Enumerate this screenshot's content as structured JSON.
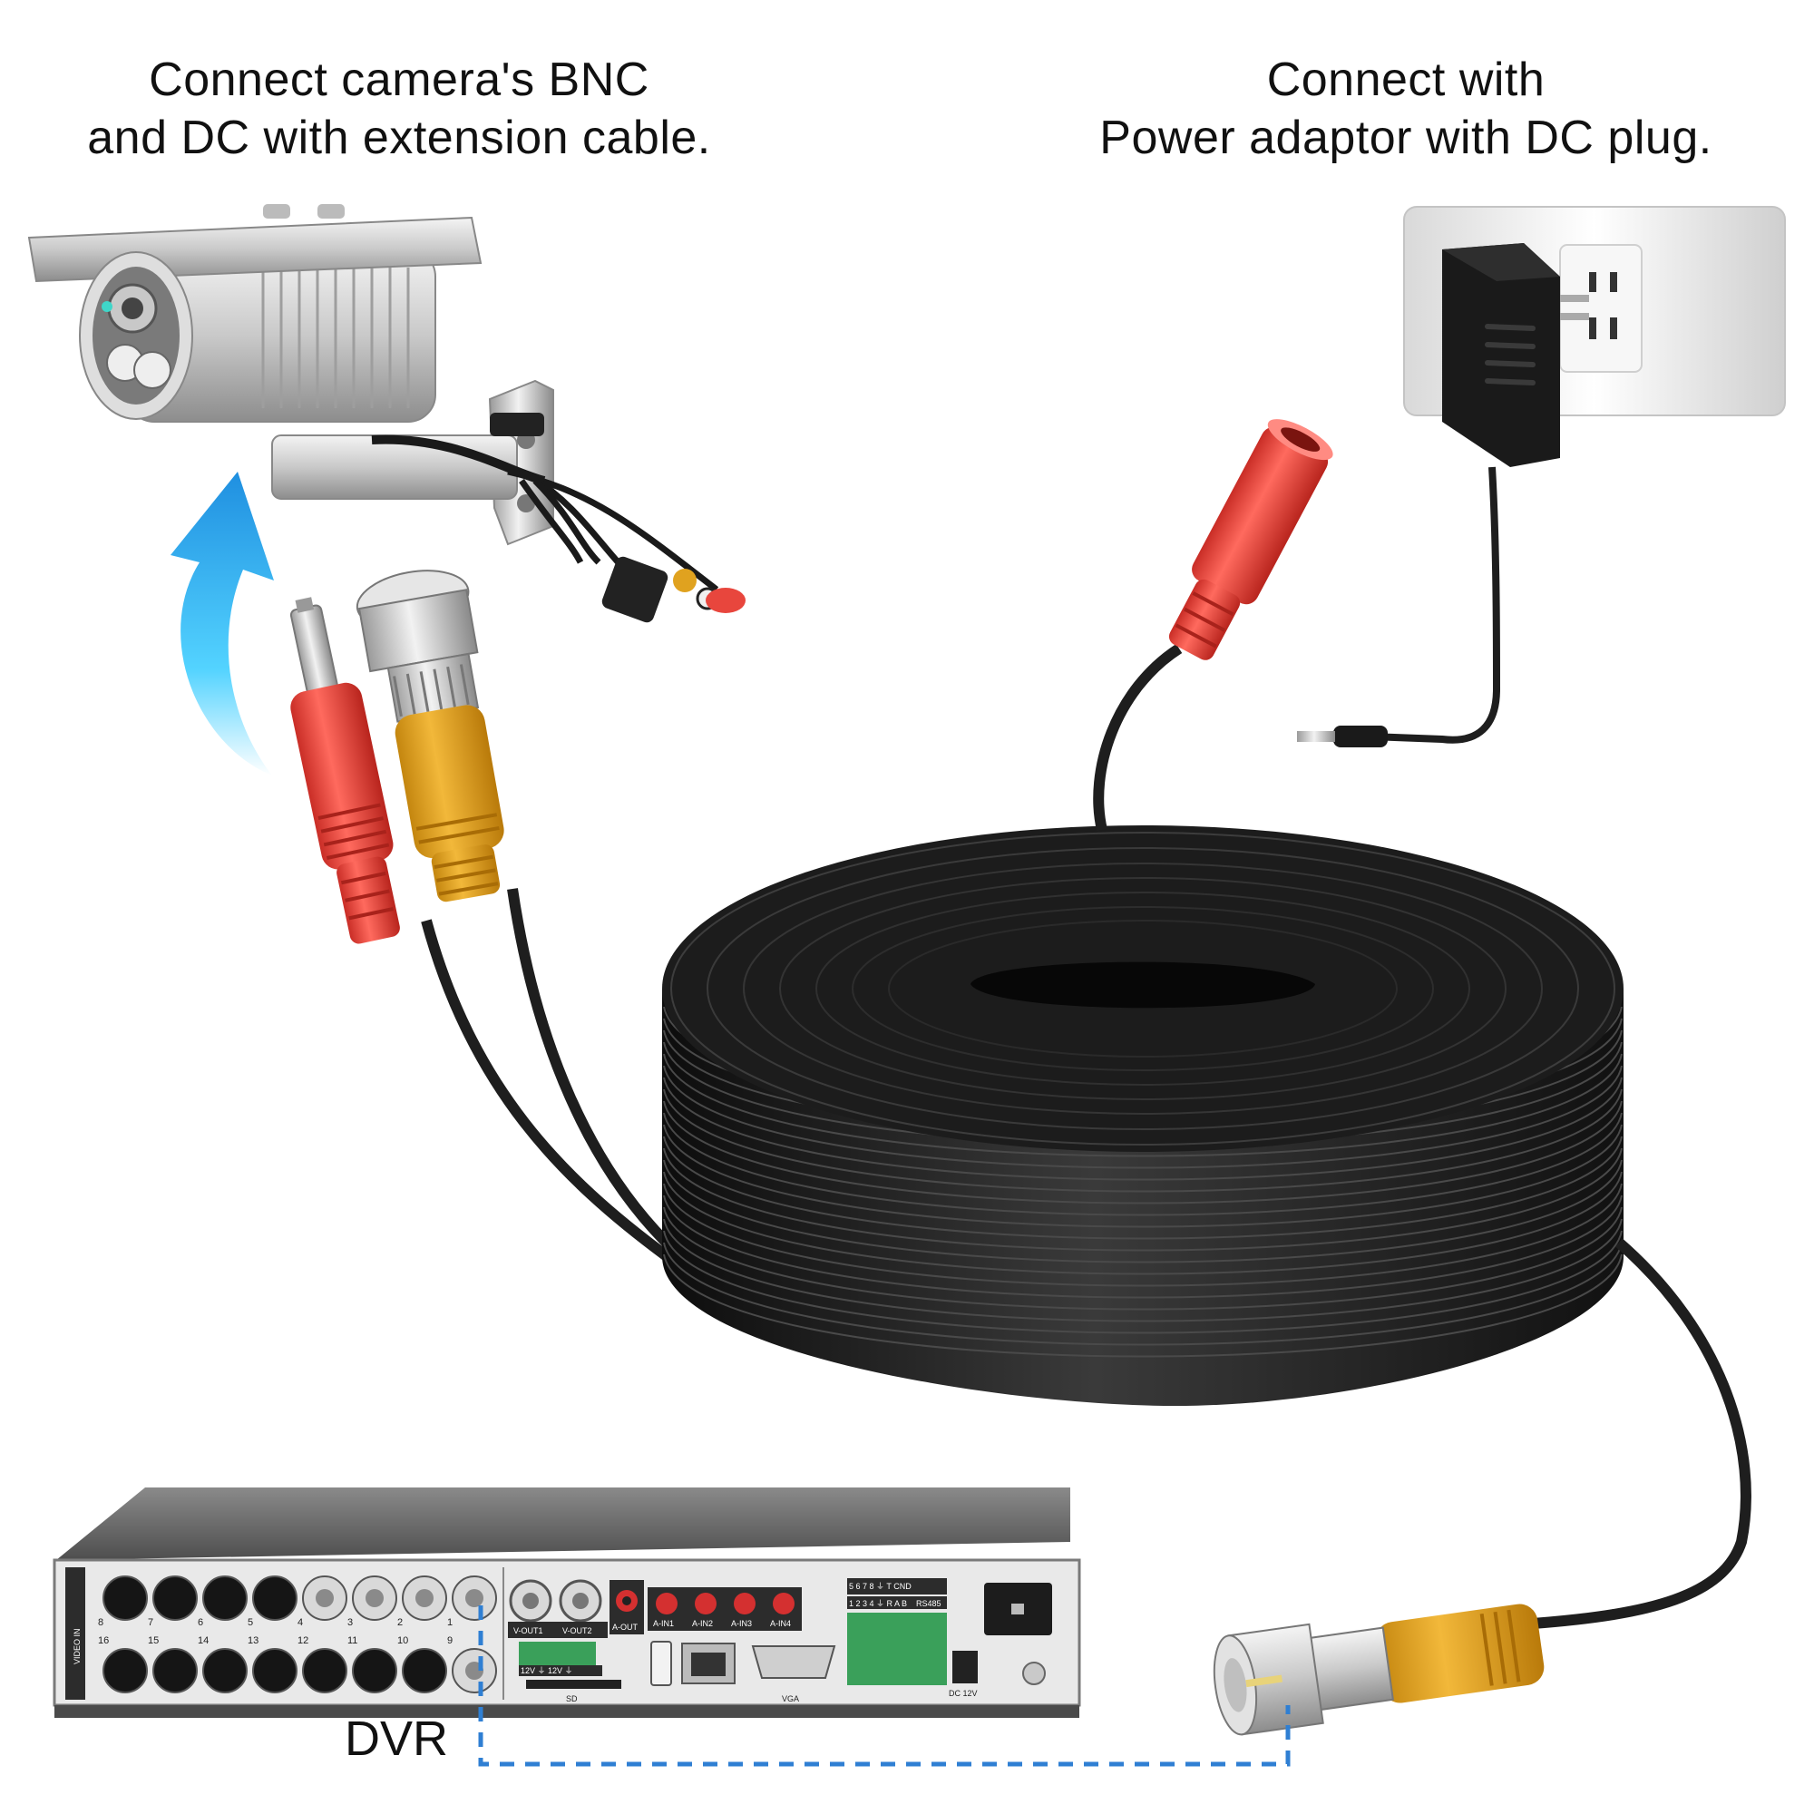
{
  "captions": {
    "camera_line1": "Connect camera's BNC",
    "camera_line2": "and DC with extension cable.",
    "adaptor_line1": "Connect with",
    "adaptor_line2": "Power adaptor with DC plug."
  },
  "dvr": {
    "label": "DVR",
    "video_in_label": "VIDEO IN",
    "channels_top": [
      "8",
      "7",
      "6",
      "5",
      "4",
      "3",
      "2",
      "1"
    ],
    "channels_bottom": [
      "16",
      "15",
      "14",
      "13",
      "12",
      "11",
      "10",
      "9"
    ],
    "video_out": [
      "V-OUT1",
      "V-OUT2"
    ],
    "audio_out": "A-OUT",
    "audio_in": [
      "A-IN1",
      "A-IN2",
      "A-IN3",
      "A-IN4"
    ],
    "power_terminal": "12V ⏚ 12V ⏚",
    "sd_label": "SD",
    "vga_label": "VGA",
    "alarm_top": "5 6 7 8 ⏚ T CND",
    "alarm_bottom": "1 2 3 4 ⏚ R A B",
    "rs485_label": "RS485",
    "dc_label": "DC 12V"
  },
  "colors": {
    "cable": "#1e1e1e",
    "dc_plug": "#e8463d",
    "bnc_boot": "#e0a21f",
    "arrow": "#3fb6f0",
    "link_line": "#2f7fd3"
  }
}
